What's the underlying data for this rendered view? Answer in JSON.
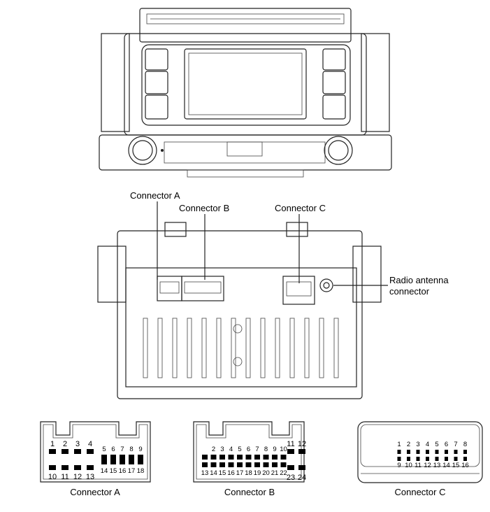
{
  "callouts": {
    "connector_a": "Connector A",
    "connector_b": "Connector B",
    "connector_c": "Connector C",
    "antenna_line1": "Radio antenna",
    "antenna_line2": "connector"
  },
  "connectors": [
    {
      "caption": "Connector A",
      "pins": [
        {
          "n": "1"
        },
        {
          "n": "2"
        },
        {
          "n": "3"
        },
        {
          "n": "4"
        },
        {
          "n": "5"
        },
        {
          "n": "6"
        },
        {
          "n": "7"
        },
        {
          "n": "8"
        },
        {
          "n": "9"
        },
        {
          "n": "10"
        },
        {
          "n": "11"
        },
        {
          "n": "12"
        },
        {
          "n": "13"
        },
        {
          "n": "14"
        },
        {
          "n": "15"
        },
        {
          "n": "16"
        },
        {
          "n": "17"
        },
        {
          "n": "18"
        }
      ]
    },
    {
      "caption": "Connector B",
      "pins": [
        {
          "n": ""
        },
        {
          "n": "2"
        },
        {
          "n": "3"
        },
        {
          "n": "4"
        },
        {
          "n": "5"
        },
        {
          "n": "6"
        },
        {
          "n": "7"
        },
        {
          "n": "8"
        },
        {
          "n": "9"
        },
        {
          "n": "10"
        },
        {
          "n": "11"
        },
        {
          "n": "12"
        },
        {
          "n": "13"
        },
        {
          "n": "14"
        },
        {
          "n": "15"
        },
        {
          "n": "16"
        },
        {
          "n": "17"
        },
        {
          "n": "18"
        },
        {
          "n": "19"
        },
        {
          "n": "20"
        },
        {
          "n": "21"
        },
        {
          "n": "22"
        },
        {
          "n": "23"
        },
        {
          "n": "24"
        }
      ]
    },
    {
      "caption": "Connector C",
      "pins": [
        {
          "n": "1"
        },
        {
          "n": "2"
        },
        {
          "n": "3"
        },
        {
          "n": "4"
        },
        {
          "n": "5"
        },
        {
          "n": "6"
        },
        {
          "n": "7"
        },
        {
          "n": "8"
        },
        {
          "n": "9"
        },
        {
          "n": "10"
        },
        {
          "n": "11"
        },
        {
          "n": "12"
        },
        {
          "n": "13"
        },
        {
          "n": "14"
        },
        {
          "n": "15"
        },
        {
          "n": "16"
        }
      ]
    }
  ]
}
